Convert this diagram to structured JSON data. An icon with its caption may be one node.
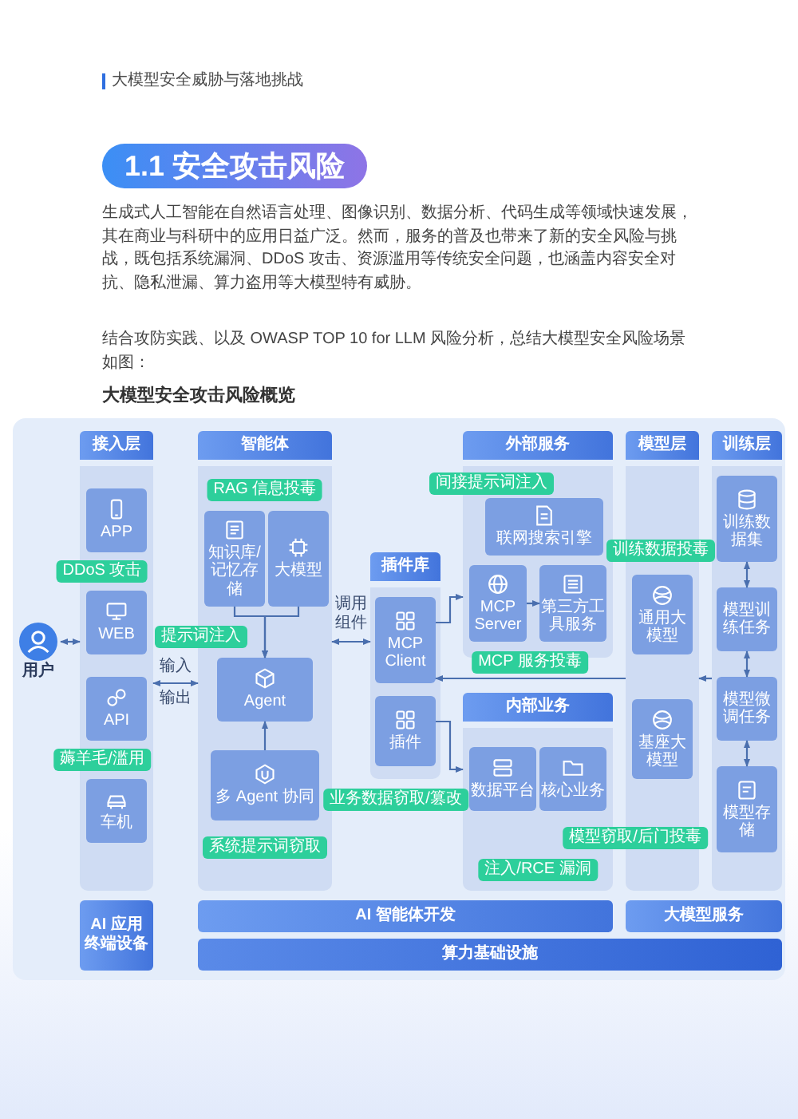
{
  "diagram": {
    "title": "1.1 安全攻击风险",
    "nodes": [
      {
        "text": [
          "用户"
        ]
      },
      {
        "text": [
          "接入层"
        ]
      },
      {
        "text": [
          "APP"
        ],
        "in": 1
      },
      {
        "text": [
          "WEB"
        ],
        "in": 1
      },
      {
        "text": [
          "API"
        ],
        "in": 1
      },
      {
        "text": [
          "车机"
        ],
        "in": 1
      },
      {
        "text": [
          "DDoS 攻击"
        ]
      },
      {
        "text": [
          "提示词注入"
        ]
      },
      {
        "text": [
          "薅羊毛/滥用"
        ]
      },
      {
        "text": [
          "智能体"
        ]
      },
      {
        "text": [
          "RAG 信息投毒"
        ],
        "in": 9
      },
      {
        "text": [
          "知识库/记忆存储"
        ],
        "in": 9
      },
      {
        "text": [
          "大模型"
        ],
        "in": 9
      },
      {
        "text": [
          "Agent"
        ],
        "in": 9
      },
      {
        "text": [
          "多 Agent 协同"
        ],
        "in": 9
      },
      {
        "text": [
          "系统提示词窃取"
        ],
        "in": 9
      },
      {
        "text": [
          "插件库"
        ]
      },
      {
        "text": [
          "MCP Client"
        ],
        "in": 16
      },
      {
        "text": [
          "插件"
        ],
        "in": 16
      },
      {
        "text": [
          "业务数据窃取/篡改"
        ]
      },
      {
        "text": [
          "外部服务"
        ]
      },
      {
        "text": [
          "间接提示词注入"
        ]
      },
      {
        "text": [
          "联网搜索引擎"
        ],
        "in": 20
      },
      {
        "text": [
          "MCP Server"
        ],
        "in": 20
      },
      {
        "text": [
          "第三方工具服务"
        ],
        "in": 20
      },
      {
        "text": [
          "MCP 服务投毒"
        ]
      },
      {
        "text": [
          "内部业务"
        ]
      },
      {
        "text": [
          "数据平台"
        ],
        "in": 26
      },
      {
        "text": [
          "核心业务"
        ],
        "in": 26
      },
      {
        "text": [
          "注入/RCE 漏洞"
        ],
        "in": 26
      },
      {
        "text": [
          "模型层"
        ]
      },
      {
        "text": [
          "通用大模型"
        ],
        "in": 30
      },
      {
        "text": [
          "基座大模型"
        ],
        "in": 30
      },
      {
        "text": [
          "训练数据投毒"
        ]
      },
      {
        "text": [
          "模型窃取/后门投毒"
        ]
      },
      {
        "text": [
          "训练层"
        ]
      },
      {
        "text": [
          "训练数据集"
        ],
        "in": 35
      },
      {
        "text": [
          "模型训练任务"
        ],
        "in": 35
      },
      {
        "text": [
          "模型微调任务"
        ],
        "in": 35
      },
      {
        "text": [
          "模型存储"
        ],
        "in": 35
      },
      {
        "text": [
          "AI 应用终端设备"
        ]
      },
      {
        "text": [
          "AI 智能体开发"
        ]
      },
      {
        "text": [
          "大模型服务"
        ]
      },
      {
        "text": [
          "算力基础设施"
        ]
      }
    ],
    "edges": [
      {
        "from": 0,
        "to": 1,
        "arrow": "both"
      },
      {
        "from": 1,
        "to": 9,
        "arrow": "both",
        "label": "输入"
      },
      {
        "from": 11,
        "to": 13,
        "arrow": "to"
      },
      {
        "from": 12,
        "to": 13,
        "arrow": "to"
      },
      {
        "from": 14,
        "to": 13,
        "arrow": "to"
      },
      {
        "from": 9,
        "to": 16,
        "arrow": "both",
        "label": "调用组件"
      },
      {
        "from": 17,
        "to": 20,
        "arrow": "to"
      },
      {
        "from": 18,
        "to": 26,
        "arrow": "to"
      },
      {
        "from": 23,
        "to": 24,
        "arrow": "to"
      },
      {
        "from": 30,
        "to": 17,
        "arrow": "to"
      },
      {
        "from": 35,
        "to": 30,
        "arrow": "to"
      },
      {
        "from": 36,
        "to": 37,
        "arrow": "both"
      },
      {
        "from": 37,
        "to": 38,
        "arrow": "both"
      },
      {
        "from": 38,
        "to": 39,
        "arrow": "both"
      }
    ],
    "labels": [
      "大模型安全威胁与落地挑战",
      "生成式人工智能在自然语言处理、图像识别、数据分析、代码生成等领域快速发展，其在商业与科研中的应用日益广泛。然而，服务的普及也带来了新的安全风险与挑战，既包括系统漏洞、DDoS 攻击、资源滥用等传统安全问题，也涵盖内容安全对抗、隐私泄漏、算力盗用等大模型特有威胁。",
      "结合攻防实践、以及 OWASP TOP 10 for LLM 风险分析，总结大模型安全风险场景如图：",
      "大模型安全攻击风险概览",
      "输出"
    ]
  }
}
